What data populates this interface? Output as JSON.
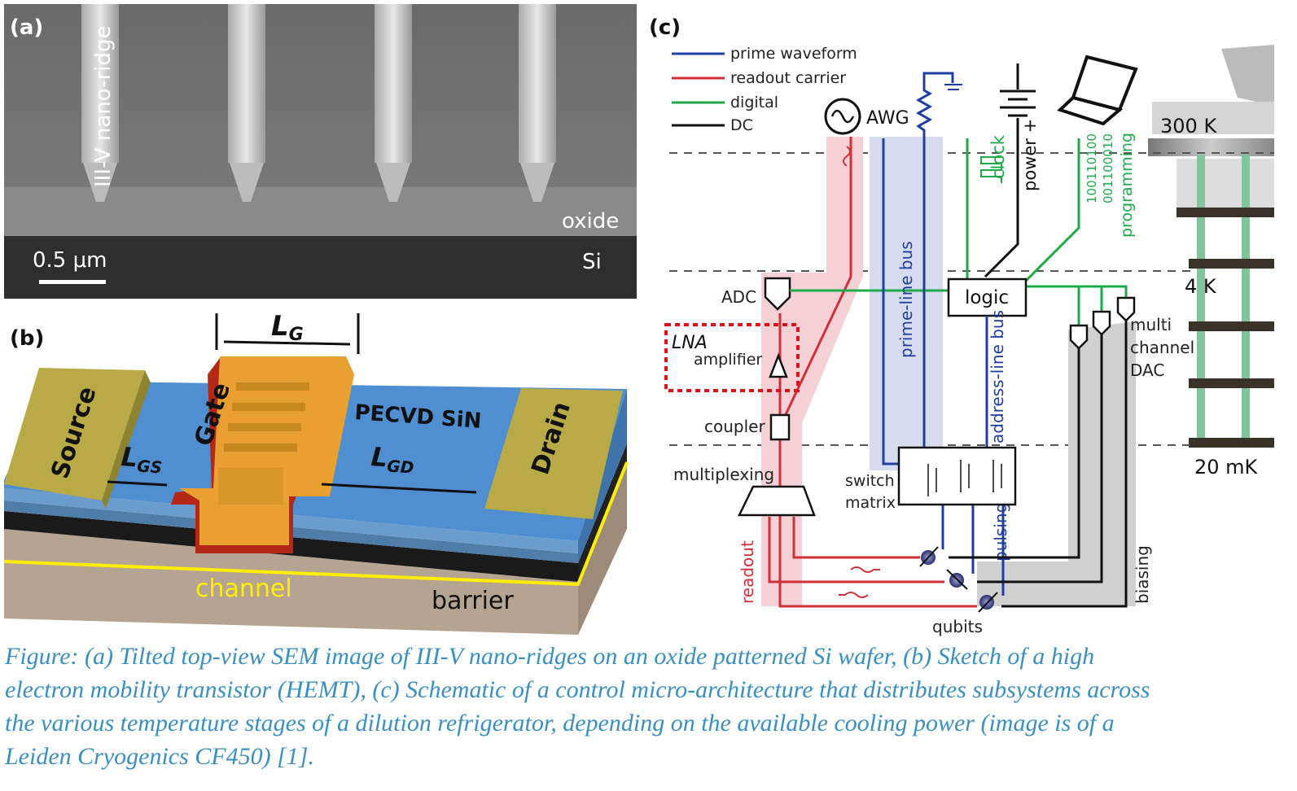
{
  "panel_a": {
    "label": "(a)",
    "ridge_label": "III-V nano-ridge",
    "oxide_label": "oxide",
    "si_label": "Si",
    "scale_bar": "0.5 μm"
  },
  "panel_b": {
    "label": "(b)",
    "lg": {
      "main": "L",
      "sub": "G"
    },
    "lgs": {
      "main": "L",
      "sub": "GS"
    },
    "lgd": {
      "main": "L",
      "sub": "GD"
    },
    "source": "Source",
    "gate": "Gate",
    "sin": "PECVD SiN",
    "drain": "Drain",
    "channel": "channel",
    "barrier": "barrier"
  },
  "panel_c": {
    "label": "(c)",
    "legend": [
      {
        "label": "prime waveform",
        "color": "#1f3fa0"
      },
      {
        "label": "readout carrier",
        "color": "#d0303a"
      },
      {
        "label": "digital",
        "color": "#1faa4a"
      },
      {
        "label": "DC",
        "color": "#111111"
      }
    ],
    "stages": [
      "300 K",
      "4 K",
      "20 mK"
    ],
    "awg": "AWG",
    "clock": "clock",
    "power": "power +",
    "bits1": "100110100",
    "bits2": "001100010",
    "programming": "programming",
    "adc": "ADC",
    "lna": "LNA",
    "amplifier": "amplifier",
    "coupler": "coupler",
    "multiplexing": "multiplexing",
    "prime_bus": "prime-line bus",
    "address_bus": "address-line bus",
    "logic": "logic",
    "dac": [
      "multi",
      "channel",
      "DAC"
    ],
    "switch": [
      "switch",
      "matrix"
    ],
    "pulsing": "pulsing",
    "readout": "readout",
    "biasing": "biasing",
    "qubits": "qubits"
  },
  "caption": {
    "lines": [
      "Figure: (a) Tilted top-view SEM image of III-V nano-ridges on an oxide patterned Si wafer, (b) Sketch of a high",
      "electron mobility transistor (HEMT), (c) Schematic of a control micro-architecture that distributes subsystems across",
      "the various temperature stages of a dilution refrigerator, depending on the available cooling power (image is of a",
      "Leiden Cryogenics CF450) [1]."
    ]
  }
}
